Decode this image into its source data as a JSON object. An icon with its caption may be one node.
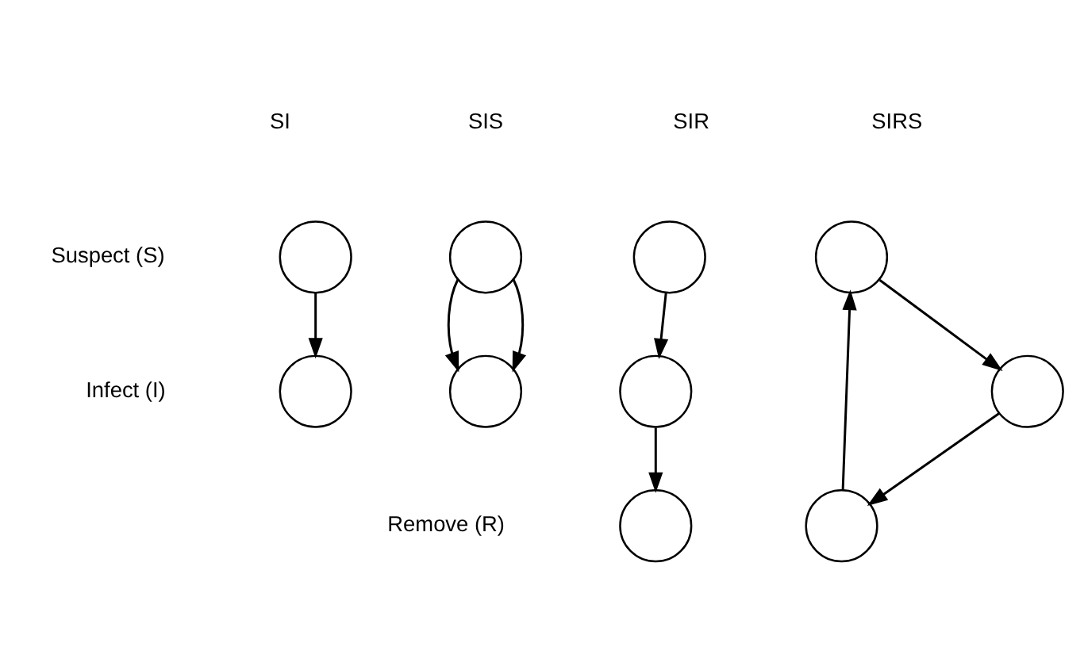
{
  "diagram": {
    "nodes": [
      {
        "text": [],
        "shape": "circle"
      },
      {
        "text": [],
        "shape": "circle"
      },
      {
        "text": [],
        "shape": "circle"
      },
      {
        "text": [],
        "shape": "circle"
      },
      {
        "text": [],
        "shape": "circle"
      },
      {
        "text": [],
        "shape": "circle"
      },
      {
        "text": [],
        "shape": "circle"
      },
      {
        "text": [],
        "shape": "circle"
      },
      {
        "text": [],
        "shape": "circle"
      },
      {
        "text": [],
        "shape": "circle"
      }
    ],
    "edges": [
      {
        "from": 0,
        "to": 4,
        "arrow": "to"
      },
      {
        "from": 1,
        "to": 5,
        "arrow": "to"
      },
      {
        "from": 1,
        "to": 5,
        "arrow": "to"
      },
      {
        "from": 2,
        "to": 6,
        "arrow": "to"
      },
      {
        "from": 6,
        "to": 8,
        "arrow": "to"
      },
      {
        "from": 3,
        "to": 7,
        "arrow": "to"
      },
      {
        "from": 7,
        "to": 9,
        "arrow": "to"
      },
      {
        "from": 9,
        "to": 3,
        "arrow": "to"
      }
    ],
    "labels": [
      "SI",
      "SIS",
      "SIR",
      "SIRS",
      "Suspect (S)",
      "Infect (I)",
      "Remove (R)"
    ]
  }
}
